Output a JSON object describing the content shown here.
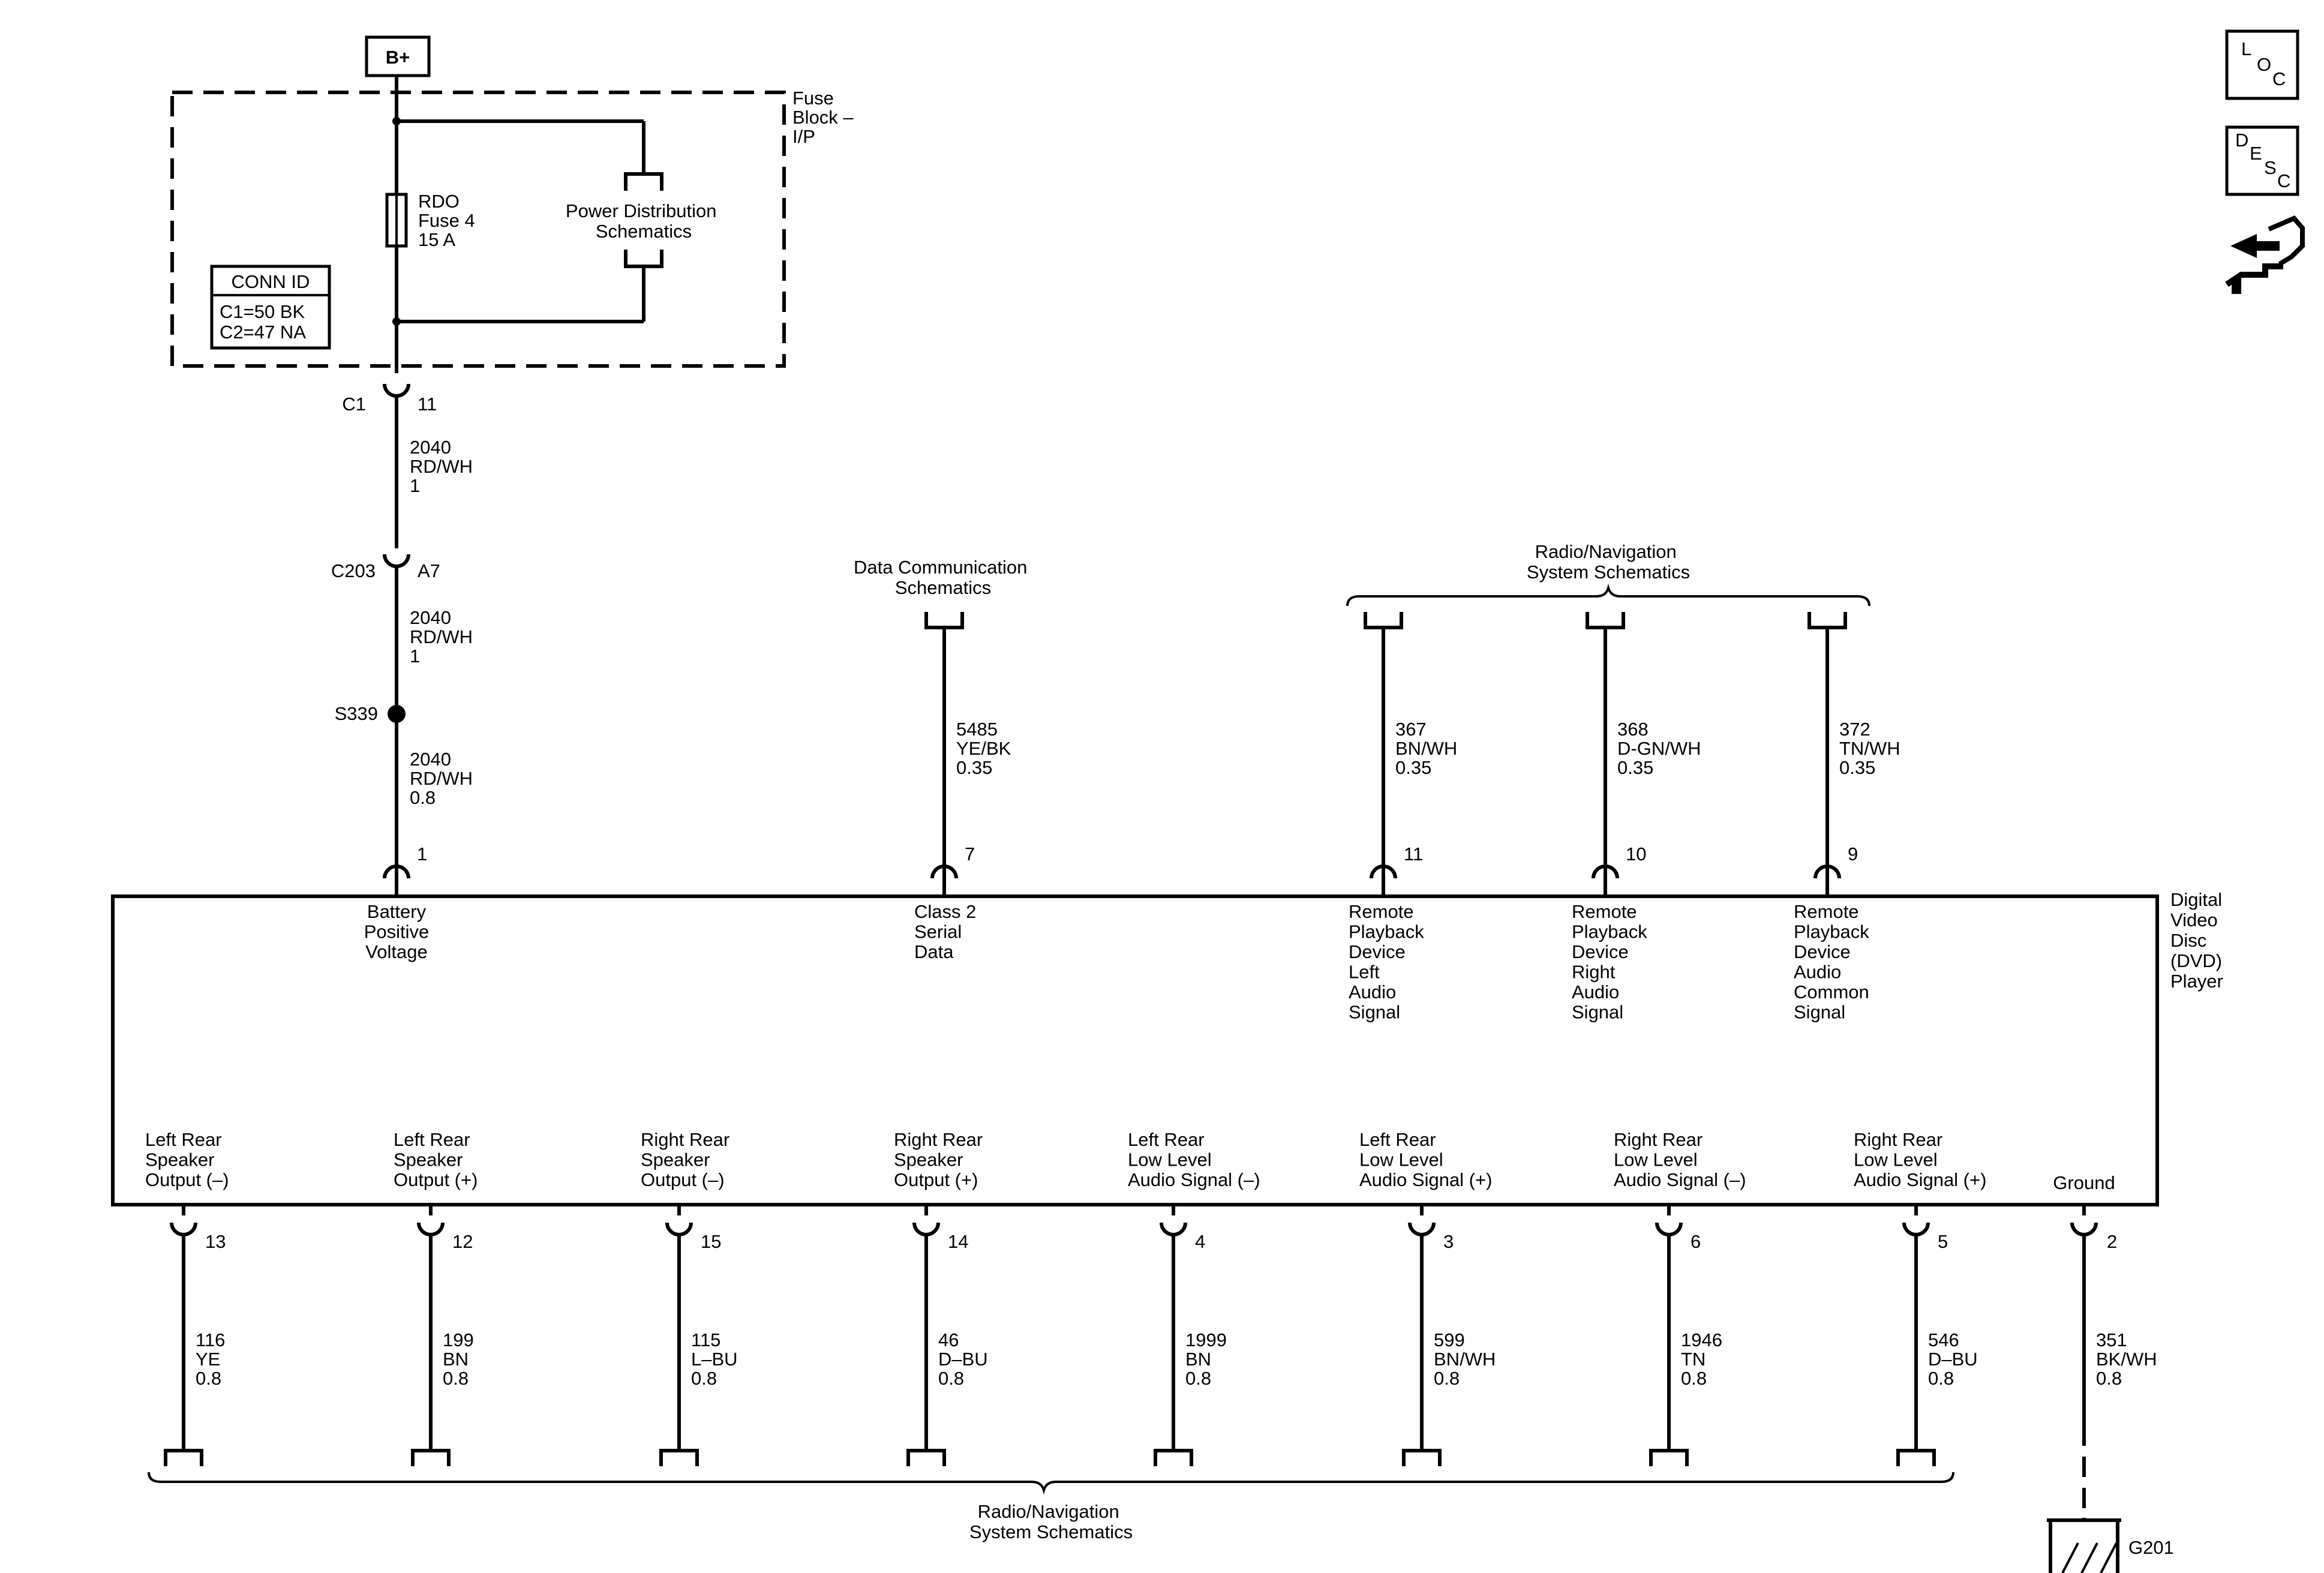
{
  "supply": {
    "label": "B+"
  },
  "fuse_block": {
    "label": [
      "Fuse",
      "Block –",
      "I/P"
    ],
    "fuse": [
      "RDO",
      "Fuse 4",
      "15 A"
    ],
    "power_distribution": [
      "Power Distribution",
      "Schematics"
    ],
    "conn_id": {
      "title": "CONN ID",
      "lines": [
        "C1=50 BK",
        "C2=47 NA"
      ]
    }
  },
  "connector_c1": {
    "name": "C1",
    "pin": "11"
  },
  "wire_1": [
    "2040",
    "RD/WH",
    "1"
  ],
  "connector_c203": {
    "name": "C203",
    "pin": "A7"
  },
  "wire_2": [
    "2040",
    "RD/WH",
    "1"
  ],
  "splice": {
    "name": "S339"
  },
  "wire_3": [
    "2040",
    "RD/WH",
    "0.8"
  ],
  "data_comm": [
    "Data Communication",
    "Schematics"
  ],
  "radio_nav_top": [
    "Radio/Navigation",
    "System Schematics"
  ],
  "radio_nav_bottom": [
    "Radio/Navigation",
    "System Schematics"
  ],
  "dvd_player": {
    "label": [
      "Digital",
      "Video",
      "Disc",
      "(DVD)",
      "Player"
    ]
  },
  "top_circuits": [
    {
      "pin": "1",
      "wire": [
        "2040",
        "RD/WH",
        "0.8"
      ],
      "function": [
        "Battery",
        "Positive",
        "Voltage"
      ]
    },
    {
      "pin": "7",
      "wire": [
        "5485",
        "YE/BK",
        "0.35"
      ],
      "function": [
        "Class 2",
        "Serial",
        "Data"
      ]
    },
    {
      "pin": "11",
      "wire": [
        "367",
        "BN/WH",
        "0.35"
      ],
      "function": [
        "Remote",
        "Playback",
        "Device",
        "Left",
        "Audio",
        "Signal"
      ]
    },
    {
      "pin": "10",
      "wire": [
        "368",
        "D-GN/WH",
        "0.35"
      ],
      "function": [
        "Remote",
        "Playback",
        "Device",
        "Right",
        "Audio",
        "Signal"
      ]
    },
    {
      "pin": "9",
      "wire": [
        "372",
        "TN/WH",
        "0.35"
      ],
      "function": [
        "Remote",
        "Playback",
        "Device",
        "Audio",
        "Common",
        "Signal"
      ]
    }
  ],
  "bottom_circuits": [
    {
      "pin": "13",
      "wire": [
        "116",
        "YE",
        "0.8"
      ],
      "function": [
        "Left Rear",
        "Speaker",
        "Output (–)"
      ]
    },
    {
      "pin": "12",
      "wire": [
        "199",
        "BN",
        "0.8"
      ],
      "function": [
        "Left Rear",
        "Speaker",
        "Output (+)"
      ]
    },
    {
      "pin": "15",
      "wire": [
        "115",
        "L–BU",
        "0.8"
      ],
      "function": [
        "Right Rear",
        "Speaker",
        "Output (–)"
      ]
    },
    {
      "pin": "14",
      "wire": [
        "46",
        "D–BU",
        "0.8"
      ],
      "function": [
        "Right Rear",
        "Speaker",
        "Output (+)"
      ]
    },
    {
      "pin": "4",
      "wire": [
        "1999",
        "BN",
        "0.8"
      ],
      "function": [
        "Left Rear",
        "Low Level",
        "Audio Signal (–)"
      ]
    },
    {
      "pin": "3",
      "wire": [
        "599",
        "BN/WH",
        "0.8"
      ],
      "function": [
        "Left Rear",
        "Low Level",
        "Audio Signal (+)"
      ]
    },
    {
      "pin": "6",
      "wire": [
        "1946",
        "TN",
        "0.8"
      ],
      "function": [
        "Right Rear",
        "Low Level",
        "Audio Signal (–)"
      ]
    },
    {
      "pin": "5",
      "wire": [
        "546",
        "D–BU",
        "0.8"
      ],
      "function": [
        "Right Rear",
        "Low Level",
        "Audio Signal (+)"
      ]
    }
  ],
  "ground_circuit": {
    "pin": "2",
    "wire": [
      "351",
      "BK/WH",
      "0.8"
    ],
    "function": [
      "Ground"
    ],
    "ground_name": "G201"
  },
  "nav_icons": {
    "loc": [
      "L",
      "O",
      "C"
    ],
    "desc": [
      "D",
      "E",
      "S",
      "C"
    ],
    "link_icon": "connector-arrows-icon"
  }
}
